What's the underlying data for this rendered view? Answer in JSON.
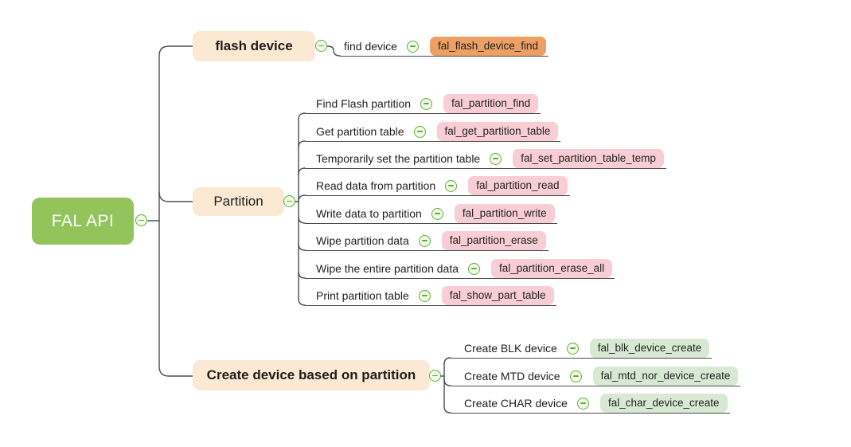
{
  "root": {
    "label": "FAL API"
  },
  "branches": {
    "flash_device": {
      "label": "flash device",
      "children": [
        {
          "label": "find device",
          "api": "fal_flash_device_find"
        }
      ]
    },
    "partition": {
      "label": "Partition",
      "children": [
        {
          "label": "Find Flash partition",
          "api": "fal_partition_find"
        },
        {
          "label": "Get partition table",
          "api": "fal_get_partition_table"
        },
        {
          "label": "Temporarily set the partition table",
          "api": "fal_set_partition_table_temp"
        },
        {
          "label": "Read data from partition",
          "api": "fal_partition_read"
        },
        {
          "label": "Write data to partition",
          "api": "fal_partition_write"
        },
        {
          "label": "Wipe partition data",
          "api": "fal_partition_erase"
        },
        {
          "label": "Wipe the entire partition data",
          "api": "fal_partition_erase_all"
        },
        {
          "label": "Print partition table",
          "api": "fal_show_part_table"
        }
      ]
    },
    "create_device": {
      "label": "Create device based on partition",
      "children": [
        {
          "label": "Create BLK device",
          "api": "fal_blk_device_create"
        },
        {
          "label": "Create MTD device",
          "api": "fal_mtd_nor_device_create"
        },
        {
          "label": "Create CHAR device",
          "api": "fal_char_device_create"
        }
      ]
    }
  },
  "icons": {
    "collapse": "minus-in-circle"
  },
  "colors": {
    "root_bg": "#93C45C",
    "topic_bg": "#FCE9D3",
    "api_flash": "#EEA064",
    "api_partition": "#F8CDD5",
    "api_create": "#D8E9D3",
    "connector_line": "#4d4d4d",
    "collapse_icon": "#5FAE36",
    "text": "#1e1e1e",
    "root_text": "#ffffff"
  }
}
